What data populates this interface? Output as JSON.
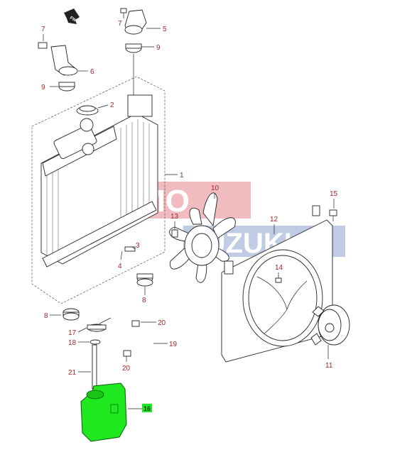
{
  "direction_marker": "FWD",
  "watermark": {
    "left": "SUMO",
    "right": "SUZUKI",
    "brand_red": "#d9434a",
    "brand_blue": "#4c6fb0"
  },
  "highlight_color": "#1fe81f",
  "callouts": {
    "c1": "1",
    "c2": "2",
    "c3": "3",
    "c4": "4",
    "c5": "5",
    "c6": "6",
    "c7a": "7",
    "c7b": "7",
    "c8a": "8",
    "c8b": "8",
    "c9a": "9",
    "c9b": "9",
    "c10": "10",
    "c11": "11",
    "c12": "12",
    "c13": "13",
    "c14": "14",
    "c15": "15",
    "c16": "16",
    "c17": "17",
    "c18": "18",
    "c19": "19",
    "c20a": "20",
    "c20b": "20",
    "c21": "21"
  }
}
